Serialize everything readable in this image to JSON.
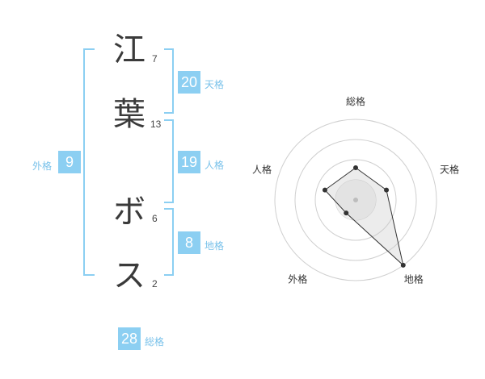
{
  "name": {
    "chars": [
      {
        "char": "江",
        "strokes": "7"
      },
      {
        "char": "葉",
        "strokes": "13"
      },
      {
        "char": "ボ",
        "strokes": "6"
      },
      {
        "char": "ス",
        "strokes": "2"
      }
    ]
  },
  "fortune": {
    "tenkaku": {
      "value": "20",
      "label": "天格"
    },
    "jinkaku": {
      "value": "19",
      "label": "人格"
    },
    "chikaku": {
      "value": "8",
      "label": "地格"
    },
    "gaikaku": {
      "value": "9",
      "label": "外格"
    },
    "soukaku": {
      "value": "28",
      "label": "総格"
    }
  },
  "colors": {
    "accent": "#8ccff2",
    "text": "#3a3a3a"
  },
  "chart_data": {
    "type": "radar",
    "axes": [
      "総格",
      "天格",
      "地格",
      "外格",
      "人格"
    ],
    "values": [
      2,
      2,
      5,
      1,
      2
    ],
    "max": 5,
    "rings": 4,
    "grid": true
  }
}
